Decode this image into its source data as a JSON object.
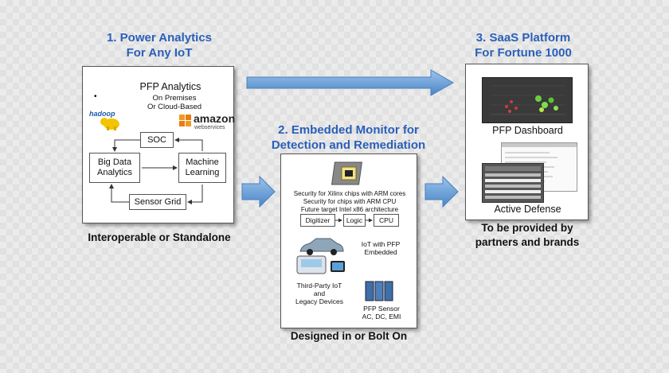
{
  "section1": {
    "heading_line1": "1. Power Analytics",
    "heading_line2": "For Any IoT",
    "title": "PFP Analytics",
    "subtitle_line1": "On Premises",
    "subtitle_line2": "Or Cloud-Based",
    "hadoop_logo": "hadoop",
    "amazon_logo": "amazon",
    "amazon_logo_sub": "webservices",
    "soc": "SOC",
    "big_data_line1": "Big Data",
    "big_data_line2": "Analytics",
    "ml_line1": "Machine",
    "ml_line2": "Learning",
    "sensor_grid": "Sensor Grid",
    "caption": "Interoperable or Standalone"
  },
  "section2": {
    "heading_line1": "2. Embedded Monitor for",
    "heading_line2": "Detection and Remediation",
    "security_line1": "Security for Xilinx chips  with ARM cores",
    "security_line2": "Security for chips with ARM CPU",
    "security_line3": "Future target Intel x86 architecture",
    "digitizer": "Digitizer",
    "logic": "Logic",
    "cpu": "CPU",
    "iot_line1": "IoT with PFP",
    "iot_line2": "Embedded",
    "third_party_line1": "Third-Party IoT",
    "third_party_line2": "and",
    "third_party_line3": "Legacy Devices",
    "sensor_line1": "PFP Sensor",
    "sensor_line2": "AC, DC, EMI",
    "caption": "Designed in or Bolt On"
  },
  "section3": {
    "heading_line1": "3. SaaS Platform",
    "heading_line2": "For Fortune 1000",
    "dashboard": "PFP Dashboard",
    "active_defense": "Active Defense",
    "caption_line1": "To be provided by",
    "caption_line2": "partners and brands"
  },
  "colors": {
    "heading": "#2a5fb8",
    "arrow": "#5b9bd5",
    "dashboard_bg": "#3a3a3a"
  }
}
